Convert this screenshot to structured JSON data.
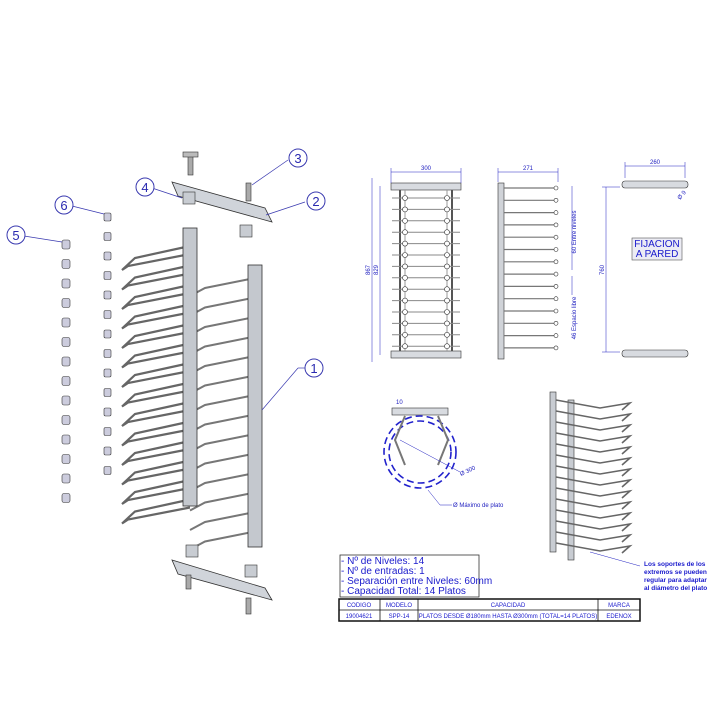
{
  "callouts": [
    "1",
    "2",
    "3",
    "4",
    "5",
    "6"
  ],
  "dimensions": {
    "front_width": "300",
    "front_height_total": "867",
    "front_height_inner": "829",
    "side_depth": "271",
    "side_spacing": "60 Entre niveles",
    "side_clear": "46 Espacio libre",
    "wall_width": "260",
    "wall_height": "760",
    "wall_hole": "Ø 9",
    "detail_offset": "10",
    "detail_diameter": "Ø 300"
  },
  "labels": {
    "wall_fixing_line1": "FIJACION",
    "wall_fixing_line2": "A PARED",
    "max_plate": "Ø Máximo de plato",
    "note": [
      "Los soportes de los",
      "extremos se pueden",
      "regular para adaptar",
      "al diámetro del plato"
    ]
  },
  "specs": [
    "- Nº de Niveles: 14",
    "- Nº de entradas: 1",
    "- Separación entre Niveles: 60mm",
    "- Capacidad Total: 14 Platos"
  ],
  "table": {
    "headers": [
      "CODIGO",
      "MODELO",
      "CAPACIDAD",
      "MARCA"
    ],
    "row": [
      "19004621",
      "SPP-14",
      "PLATOS DESDE Ø180mm HASTA Ø300mm (TOTAL=14 PLATOS)",
      "EDENOX"
    ]
  },
  "colors": {
    "ink": "#1a1acc",
    "steel": "#b8bcc4",
    "outline": "#333333"
  }
}
